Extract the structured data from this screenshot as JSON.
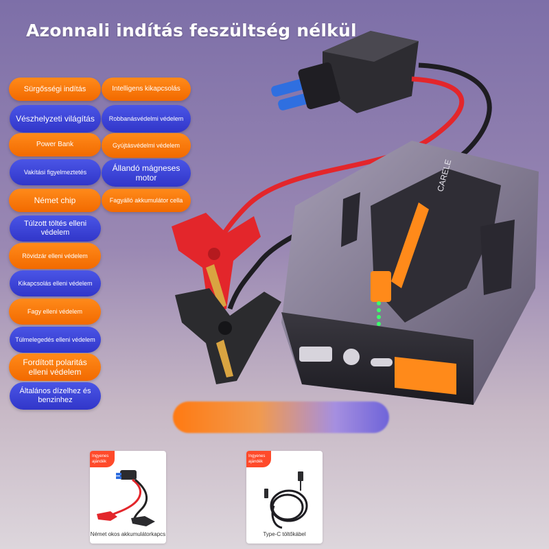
{
  "headline": "Azonnali indítás feszültség nélkül",
  "features": [
    {
      "text": "Sürgősségi indítás"
    },
    {
      "text": "Intelligens kikapcsolás"
    },
    {
      "text": "Vészhelyzeti világítás"
    },
    {
      "text": "Robbanásvédelmi védelem"
    },
    {
      "text": "Power Bank"
    },
    {
      "text": "Gyújtásvédelmi védelem"
    },
    {
      "text": "Vakítási figyelmeztetés"
    },
    {
      "text": "Állandó mágneses motor"
    },
    {
      "text": "Német chip"
    },
    {
      "text": "Fagyálló akkumulátor cella"
    },
    {
      "text": "Túlzott töltés elleni védelem"
    },
    {
      "text": "Rövidzár elleni védelem"
    },
    {
      "text": "Kikapcsolás elleni védelem"
    },
    {
      "text": "Fagy elleni védelem"
    },
    {
      "text": "Túlmelegedés elleni védelem"
    },
    {
      "text": "Fordított polaritás elleni védelem"
    },
    {
      "text": "Általános dízelhez és benzinhez"
    }
  ],
  "device": {
    "brand": "CARELE"
  },
  "accessories": [
    {
      "badge": "Ingyenes ajándék",
      "label": "Német okos akkumulátorkapcs"
    },
    {
      "badge": "Ingyenes ajándék",
      "label": "Type-C töltőkábel"
    }
  ],
  "colors": {
    "orange": "#f27a0c",
    "blue": "#3a40d6",
    "clamp_red": "#e3262b",
    "clamp_black": "#2b2b2e"
  }
}
